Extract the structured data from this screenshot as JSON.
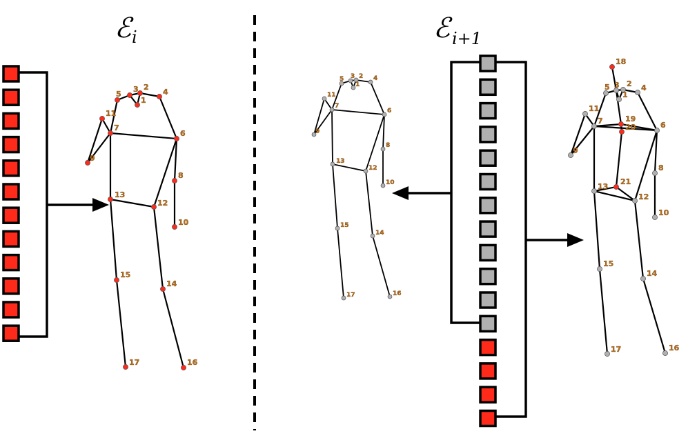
{
  "titles": {
    "left": "ℰ",
    "left_sub": "i",
    "right": "ℰ",
    "right_sub": "i+1"
  },
  "colors": {
    "red": "#ff2a1a",
    "gray": "#b0b0b0",
    "bone": "#000000",
    "label": "#b8711f"
  },
  "left_stack": {
    "count": 12,
    "color": "red"
  },
  "right_stack": {
    "gray_count": 12,
    "red_count": 4
  },
  "skeletons": {
    "left": {
      "labels": [
        "1",
        "2",
        "3",
        "4",
        "5",
        "6",
        "7",
        "8",
        "9",
        "10",
        "11",
        "12",
        "13",
        "14",
        "15",
        "16",
        "17"
      ],
      "joint_color": "red"
    },
    "middle": {
      "labels": [
        "1",
        "2",
        "3",
        "4",
        "5",
        "6",
        "7",
        "8",
        "9",
        "10",
        "11",
        "12",
        "13",
        "14",
        "15",
        "16",
        "17"
      ],
      "joint_color": "gray"
    },
    "right": {
      "labels": [
        "1",
        "2",
        "3",
        "4",
        "5",
        "6",
        "7",
        "8",
        "9",
        "10",
        "11",
        "12",
        "13",
        "14",
        "15",
        "16",
        "17",
        "18",
        "19",
        "20",
        "21"
      ],
      "joint_color": "gray",
      "new_joints_color": "red",
      "new_joints": [
        "18",
        "19",
        "20",
        "21"
      ]
    }
  }
}
